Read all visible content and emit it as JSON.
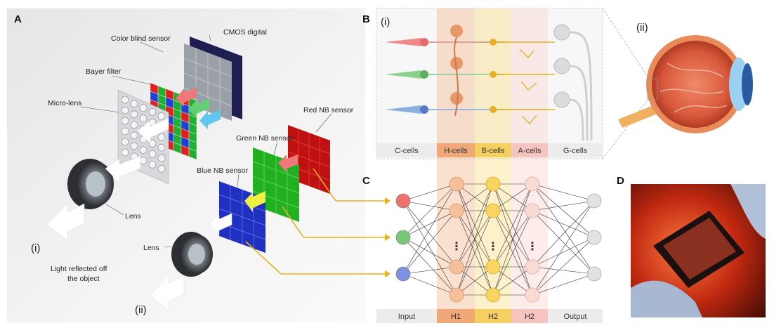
{
  "panels": {
    "a": "A",
    "b": "B",
    "c": "C",
    "d": "D"
  },
  "panel_a": {
    "cmos": "CMOS digital",
    "color_blind": "Color blind sensor",
    "bayer": "Bayer filter",
    "microlens": "Micro-lens",
    "red_nb": "Red NB sensor",
    "green_nb": "Green NB sensor",
    "blue_nb": "Blue NB sensor",
    "lens": "Lens",
    "case1": "(i)",
    "case2": "(ii)",
    "light_line1": "Light reflected off",
    "light_line2": "the object"
  },
  "panel_b": {
    "sub_i": "(i)",
    "sub_ii": "(ii)",
    "cells": [
      "C-cells",
      "H-cells",
      "B-cells",
      "A-cells",
      "G-cells"
    ]
  },
  "panel_c": {
    "layers": [
      "Input",
      "H1",
      "H2",
      "H2",
      "Output"
    ],
    "ellipsis": "⋮"
  },
  "colors": {
    "h_band": "#f6c8a8",
    "b_band": "#fbe5a0",
    "a_band": "#fadcd8",
    "arrow": "#e8b020",
    "input_red": "#f07070",
    "input_green": "#78c878",
    "input_blue": "#8090e0"
  }
}
